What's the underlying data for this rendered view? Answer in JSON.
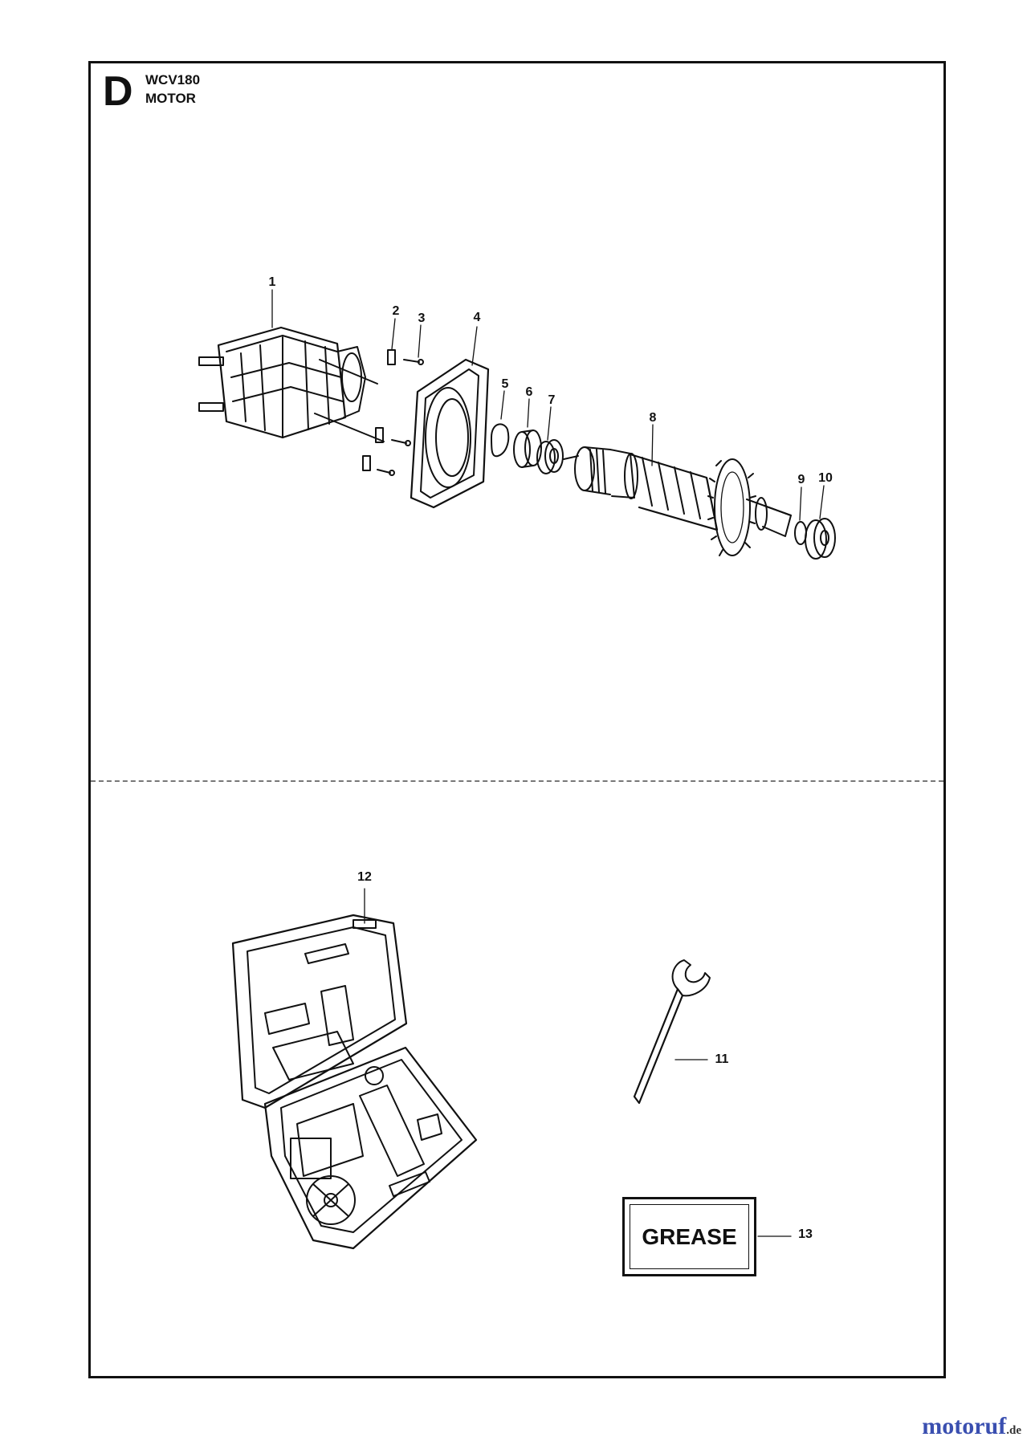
{
  "header": {
    "section": "D",
    "model": "WCV180",
    "subtitle": "MOTOR"
  },
  "callouts": [
    {
      "id": "1",
      "label": "1"
    },
    {
      "id": "2",
      "label": "2"
    },
    {
      "id": "3",
      "label": "3"
    },
    {
      "id": "4",
      "label": "4"
    },
    {
      "id": "5",
      "label": "5"
    },
    {
      "id": "6",
      "label": "6"
    },
    {
      "id": "7",
      "label": "7"
    },
    {
      "id": "8",
      "label": "8"
    },
    {
      "id": "9",
      "label": "9"
    },
    {
      "id": "10",
      "label": "10"
    },
    {
      "id": "11",
      "label": "11"
    },
    {
      "id": "12",
      "label": "12"
    },
    {
      "id": "13",
      "label": "13"
    }
  ],
  "grease_label": "GREASE",
  "watermark": {
    "brand": "motoruf",
    "tld": "de"
  },
  "icons": [
    "stator-icon",
    "brush-holder-icon",
    "screw-icon",
    "end-plate-icon",
    "washer-icon",
    "bearing-sleeve-icon",
    "ball-bearing-icon",
    "armature-icon",
    "carrying-case-icon",
    "spanner-wrench-icon"
  ]
}
